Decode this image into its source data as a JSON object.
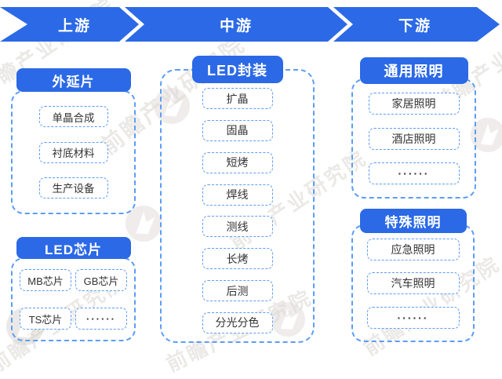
{
  "banner": {
    "stages": [
      {
        "label": "上游"
      },
      {
        "label": "中游"
      },
      {
        "label": "下游"
      }
    ]
  },
  "columns": {
    "upstream": {
      "groups": [
        {
          "title": "外延片",
          "items": [
            "单晶合成",
            "衬底材料",
            "生产设备"
          ]
        },
        {
          "title": "LED芯片",
          "items": [
            "MB芯片",
            "GB芯片",
            "TS芯片",
            "······"
          ]
        }
      ]
    },
    "midstream": {
      "groups": [
        {
          "title": "LED封装",
          "items": [
            "扩晶",
            "固晶",
            "短烤",
            "焊线",
            "测线",
            "长烤",
            "后测",
            "分光分色"
          ]
        }
      ]
    },
    "downstream": {
      "groups": [
        {
          "title": "通用照明",
          "items": [
            "家居照明",
            "酒店照明",
            "······"
          ]
        },
        {
          "title": "特殊照明",
          "items": [
            "应急照明",
            "汽车照明",
            "······"
          ]
        }
      ]
    }
  },
  "watermark": {
    "text": "前瞻产业研究院"
  },
  "colors": {
    "primary_blue": "#2B69E6",
    "dashed_border": "#5C9DF6",
    "item_text": "#333333",
    "banner_text": "#FFFFFF"
  }
}
